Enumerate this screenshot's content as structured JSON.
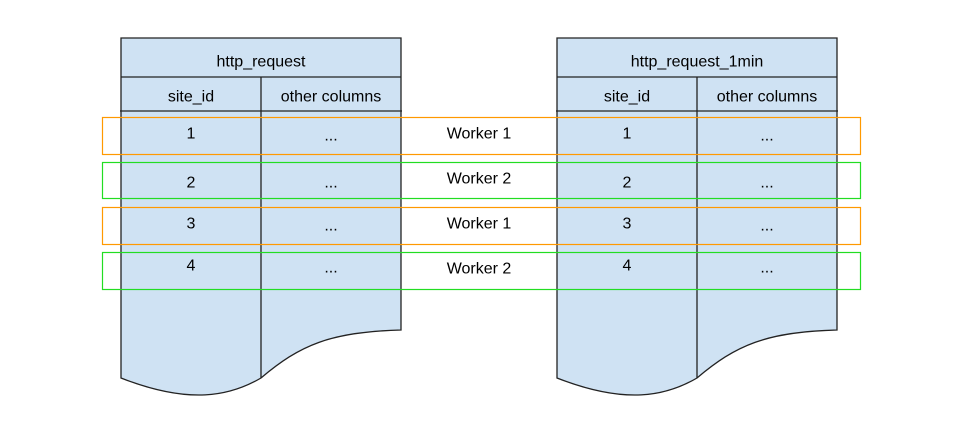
{
  "colors": {
    "table_fill": "#cfe2f3",
    "worker1": "#ff9900",
    "worker2": "#00dd00",
    "line": "#222222"
  },
  "tables": [
    {
      "title": "http_request",
      "columns": [
        "site_id",
        "other columns"
      ],
      "rows": [
        [
          "1",
          "..."
        ],
        [
          "2",
          "..."
        ],
        [
          "3",
          "..."
        ],
        [
          "4",
          "..."
        ]
      ]
    },
    {
      "title": "http_request_1min",
      "columns": [
        "site_id",
        "other columns"
      ],
      "rows": [
        [
          "1",
          "..."
        ],
        [
          "2",
          "..."
        ],
        [
          "3",
          "..."
        ],
        [
          "4",
          "..."
        ]
      ]
    }
  ],
  "workers": [
    "Worker 1",
    "Worker 2",
    "Worker 1",
    "Worker 2"
  ]
}
